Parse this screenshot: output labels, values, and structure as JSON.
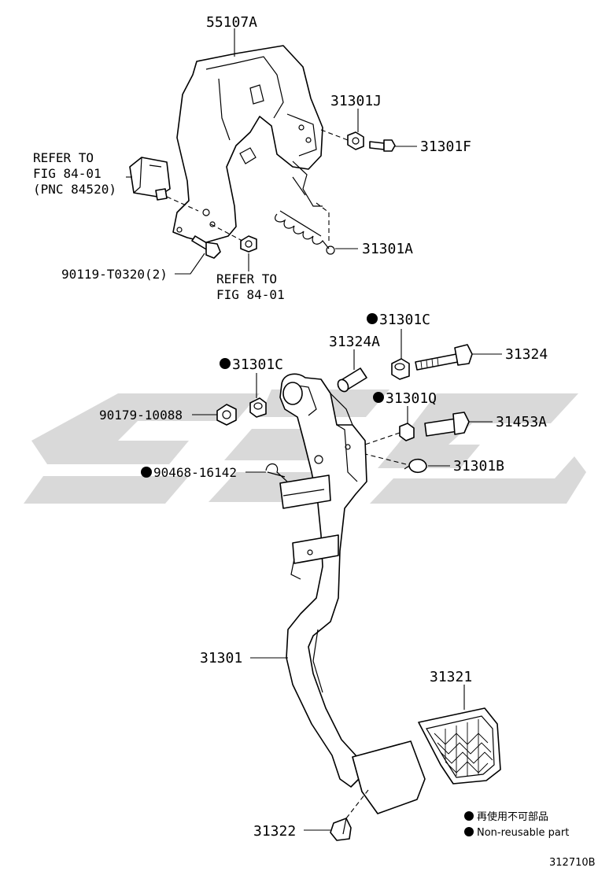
{
  "watermark_color": "#d9d9d9",
  "labels": {
    "bracket": "55107A",
    "nut_j": "31301J",
    "bolt_f": "31301F",
    "spring_a": "31301A",
    "refer1_line1": "REFER TO",
    "refer1_line2": "FIG 84-01",
    "refer1_line3": "(PNC 84520)",
    "bolt_90119": "90119-T0320(2)",
    "refer2_line1": "REFER TO",
    "refer2_line2": "FIG 84-01",
    "bushing_c_top": "31301C",
    "collar": "31324A",
    "bolt_31324": "31324",
    "bushing_c_left": "31301C",
    "bushing_q": "31301Q",
    "nut_90179": "90179-10088",
    "bolt_31453a": "31453A",
    "clip_90468": "90468-16142",
    "cushion_b": "31301B",
    "pedal_arm": "31301",
    "pad": "31321",
    "stopper": "31322"
  },
  "legend": {
    "line1": "再使用不可部品",
    "line2": "Non-reusable part"
  },
  "figure_code": "312710B"
}
